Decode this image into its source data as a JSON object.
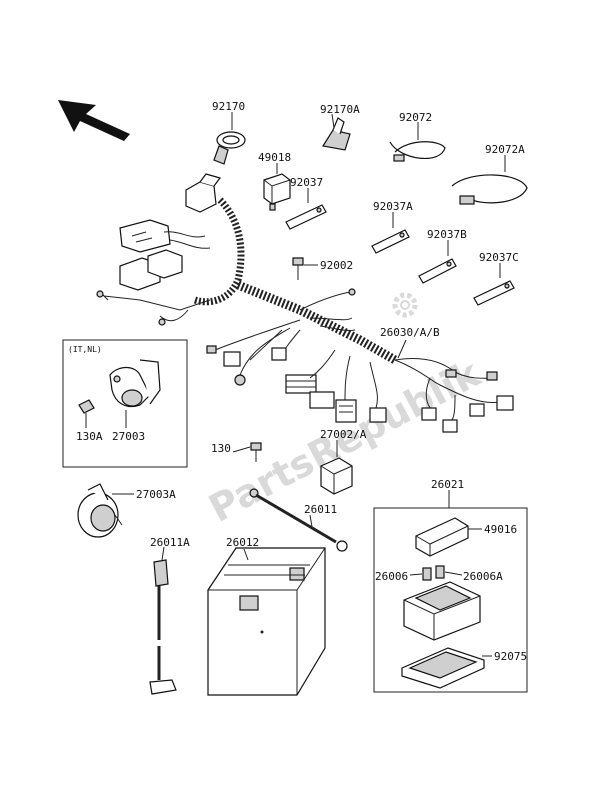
{
  "watermark": "PartsRepublik",
  "inset_note": "(IT,NL)",
  "labels": {
    "p92170": "92170",
    "p92170A": "92170A",
    "p92072": "92072",
    "p92072A": "92072A",
    "p49018": "49018",
    "p92037": "92037",
    "p92037A": "92037A",
    "p92037B": "92037B",
    "p92037C": "92037C",
    "p92002": "92002",
    "p26030": "26030/A/B",
    "p130A": "130A",
    "p27003": "27003",
    "p130": "130",
    "p27002A": "27002/A",
    "p27003A": "27003A",
    "p26011": "26011",
    "p26011A": "26011A",
    "p26012": "26012",
    "p26021": "26021",
    "p49016": "49016",
    "p26006": "26006",
    "p26006A": "26006A",
    "p92075": "92075"
  }
}
